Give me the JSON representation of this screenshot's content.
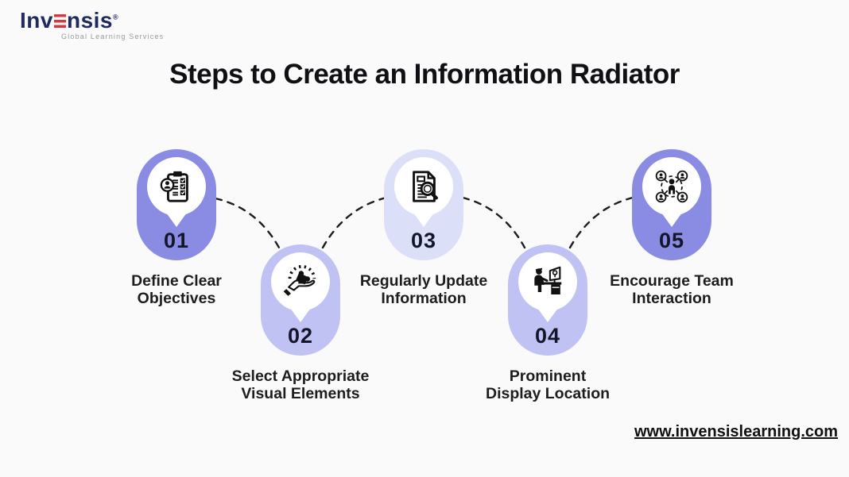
{
  "logo": {
    "prefix": "Inv",
    "suffix": "nsis",
    "registered": "®",
    "tagline": "Global Learning Services",
    "brand_navy": "#1f2a60",
    "brand_red": "#d6393d"
  },
  "title": "Steps to Create an Information Radiator",
  "steps": [
    {
      "number": "01",
      "lines": [
        "Define Clear",
        "Objectives"
      ],
      "icon": "clipboard-checklist-icon",
      "pill_color": "#8a8be2"
    },
    {
      "number": "02",
      "lines": [
        "Select Appropriate",
        "Visual Elements"
      ],
      "icon": "hand-puzzle-icon",
      "pill_color": "#bfc2f2"
    },
    {
      "number": "03",
      "lines": [
        "Regularly Update",
        "Information"
      ],
      "icon": "document-magnifier-icon",
      "pill_color": "#dbe0f8"
    },
    {
      "number": "04",
      "lines": [
        "Prominent",
        "Display Location"
      ],
      "icon": "person-desk-icon",
      "pill_color": "#bfc2f2"
    },
    {
      "number": "05",
      "lines": [
        "Encourage Team",
        "Interaction"
      ],
      "icon": "team-network-icon",
      "pill_color": "#8a8be2"
    }
  ],
  "connectors": {
    "color": "#1d1d1d"
  },
  "footer": {
    "url": "www.invensislearning.com"
  }
}
